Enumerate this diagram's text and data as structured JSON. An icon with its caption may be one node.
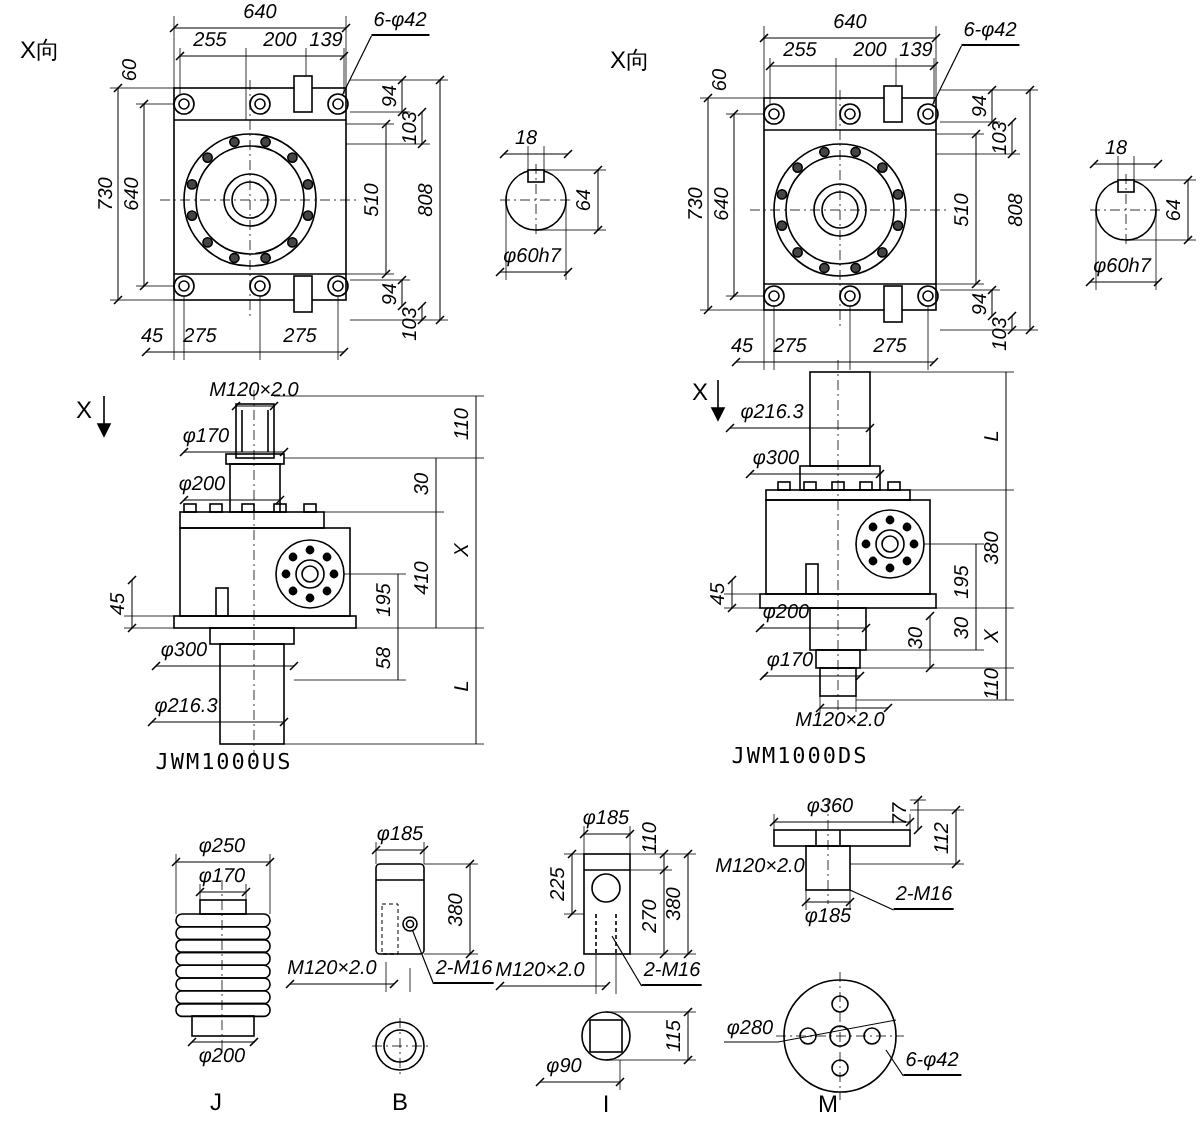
{
  "diagram": {
    "nodes": [
      {
        "text": [
          "6-φ42"
        ]
      },
      {
        "text": [
          "6-φ42"
        ]
      },
      {
        "text": [
          "2-M16"
        ]
      },
      {
        "text": [
          "2-M16"
        ]
      },
      {
        "text": [
          "2-M16"
        ]
      },
      {
        "text": [
          "6-φ42"
        ]
      },
      {
        "text": [],
        "shape": "circle"
      },
      {
        "text": [],
        "shape": "circle"
      },
      {
        "text": [],
        "shape": "box"
      },
      {
        "text": [],
        "shape": "circle"
      }
    ],
    "edges": [
      {
        "from": 0,
        "to": 6,
        "arrow": "none"
      },
      {
        "from": 1,
        "to": 7,
        "arrow": "none"
      },
      {
        "from": 2,
        "to": 8,
        "arrow": "none"
      },
      {
        "from": 3,
        "to": 9,
        "arrow": "none"
      },
      {
        "from": 4,
        "to": null,
        "arrow": "none"
      },
      {
        "from": 5,
        "to": null,
        "arrow": "none"
      }
    ],
    "labels": [
      "X向",
      "640",
      "255",
      "200",
      "139",
      "60",
      "94",
      "103",
      "730",
      "640",
      "510",
      "808",
      "94",
      "103",
      "45",
      "275",
      "275",
      "18",
      "64",
      "φ60h7",
      "X向",
      "640",
      "255",
      "200",
      "139",
      "60",
      "94",
      "103",
      "730",
      "640",
      "510",
      "808",
      "94",
      "103",
      "45",
      "275",
      "275",
      "18",
      "64",
      "φ60h7",
      "X",
      "M120×2.0",
      "φ170",
      "110",
      "φ200",
      "30",
      "X",
      "410",
      "195",
      "45",
      "φ300",
      "58",
      "L",
      "φ216.3",
      "JWM1000US",
      "X",
      "φ216.3",
      "L",
      "φ300",
      "380",
      "45",
      "195",
      "φ200",
      "30",
      "X",
      "30",
      "φ170",
      "110",
      "M120×2.0",
      "JWM1000DS",
      "φ250",
      "φ170",
      "φ200",
      "J",
      "φ185",
      "380",
      "M120×2.0",
      "B",
      "φ185",
      "110",
      "225",
      "270",
      "380",
      "M120×2.0",
      "115",
      "φ90",
      "I",
      "φ360",
      "77",
      "112",
      "M120×2.0",
      "φ185",
      "φ280",
      "M"
    ]
  }
}
